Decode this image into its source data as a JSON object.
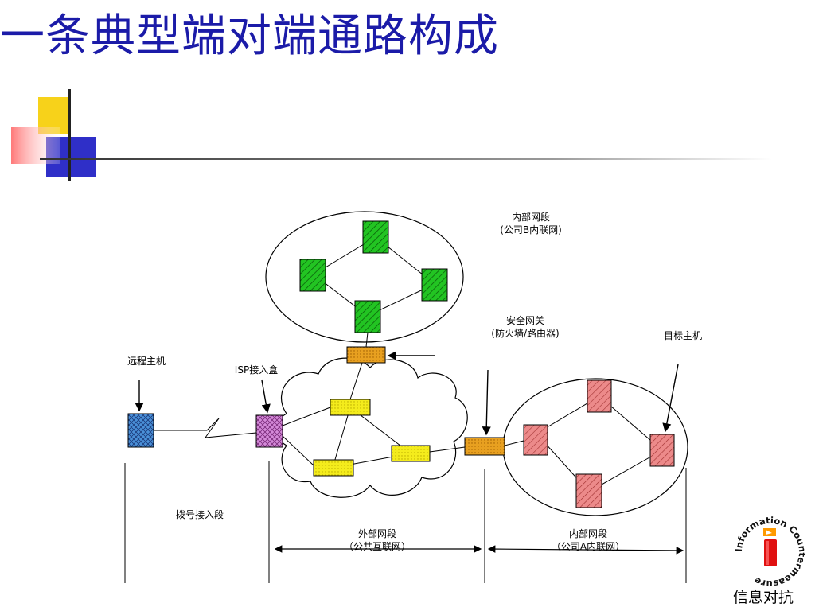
{
  "slide": {
    "title": "一条典型端对端通路构成"
  },
  "diagram": {
    "labels": {
      "internal_b_line1": "内部网段",
      "internal_b_line2": "(公司B内联网)",
      "gateway_line1": "安全网关",
      "gateway_line2": "(防火墙/路由器)",
      "target_host": "目标主机",
      "remote_host": "远程主机",
      "isp_box": "ISP接入盒",
      "dialup_segment": "拨号接入段",
      "external_line1": "外部网段",
      "external_line2": "（公共互联网）",
      "internal_a_line1": "内部网段",
      "internal_a_line2": "（公司A内联网）"
    },
    "colors": {
      "green_node": "#22c422",
      "yellow_node": "#f4ec1c",
      "orange_gateway": "#e8a020",
      "pink_node": "#ec8a8a",
      "blue_host": "#4a90d8",
      "purple_isp": "#d48ad8"
    }
  },
  "logo": {
    "arc_text": "Information Countermeasure",
    "caption": "信息对抗"
  }
}
